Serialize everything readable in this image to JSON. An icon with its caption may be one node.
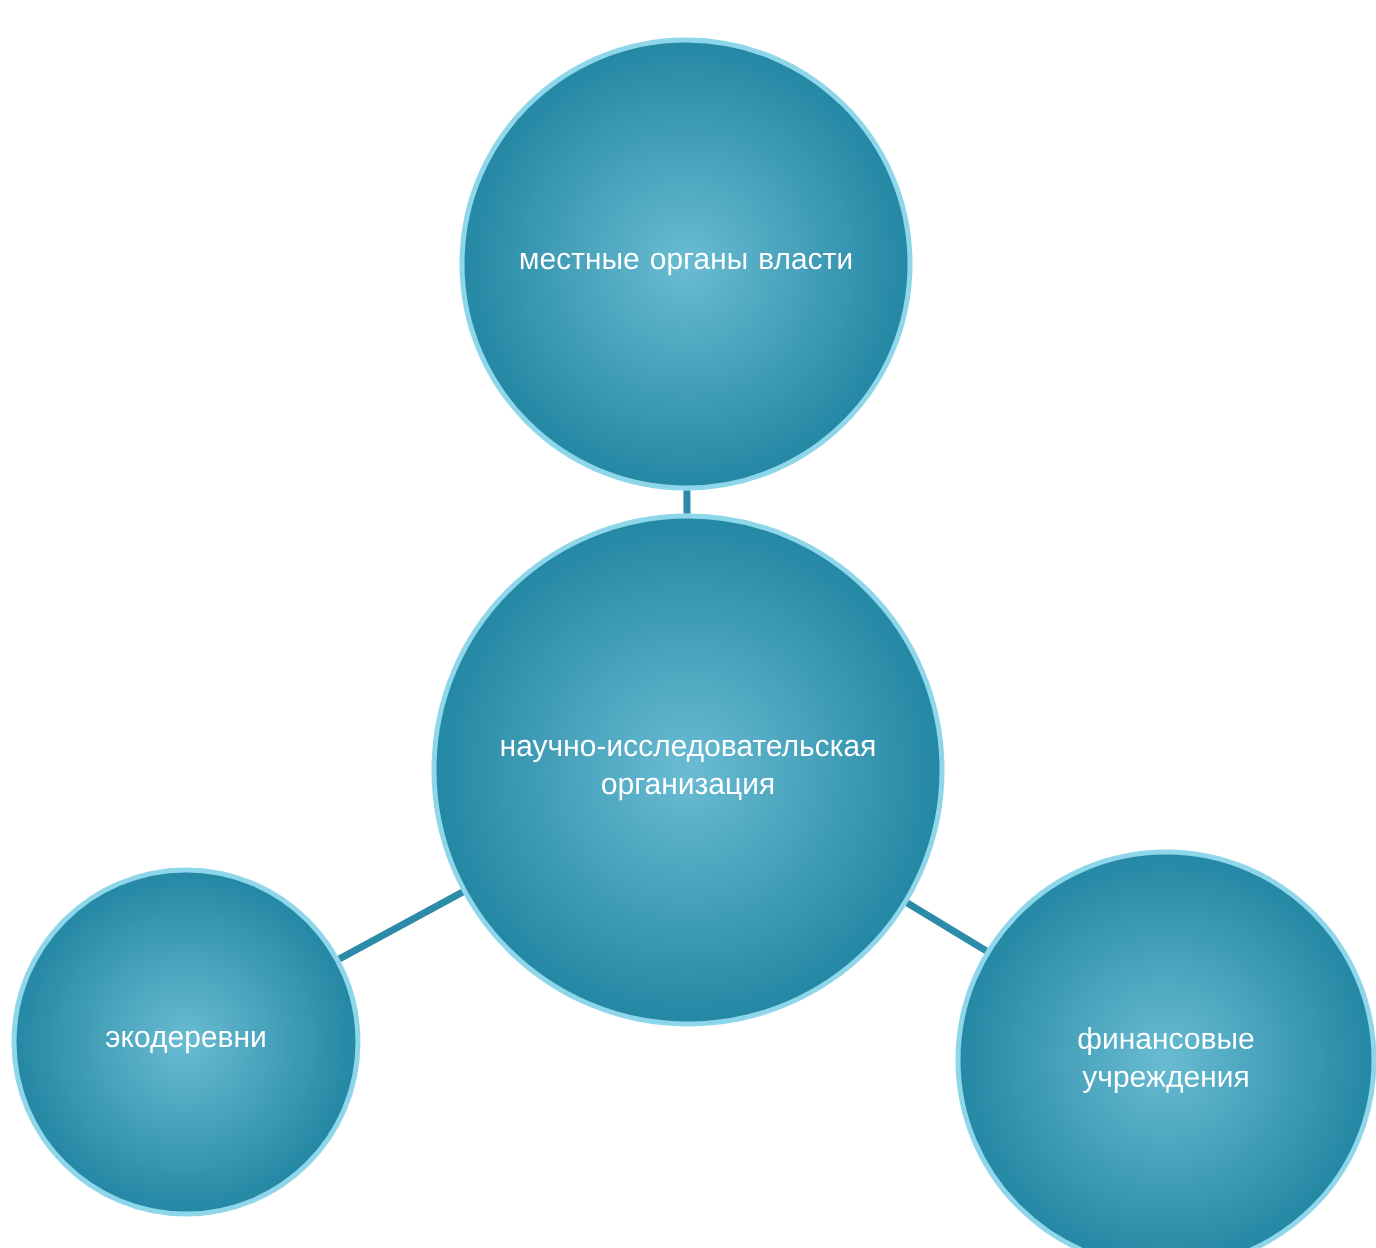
{
  "diagram": {
    "nodes": [
      {
        "text": [
          "местные органы власти"
        ]
      },
      {
        "text": [
          "научно-исследовательская организация"
        ]
      },
      {
        "text": [
          "экодеревни"
        ]
      },
      {
        "text": [
          "финансовые учреждения"
        ]
      }
    ],
    "edges": [
      {
        "from": 1,
        "to": 0,
        "arrow": "none"
      },
      {
        "from": 1,
        "to": 2,
        "arrow": "none"
      },
      {
        "from": 1,
        "to": 3,
        "arrow": "none"
      }
    ]
  }
}
